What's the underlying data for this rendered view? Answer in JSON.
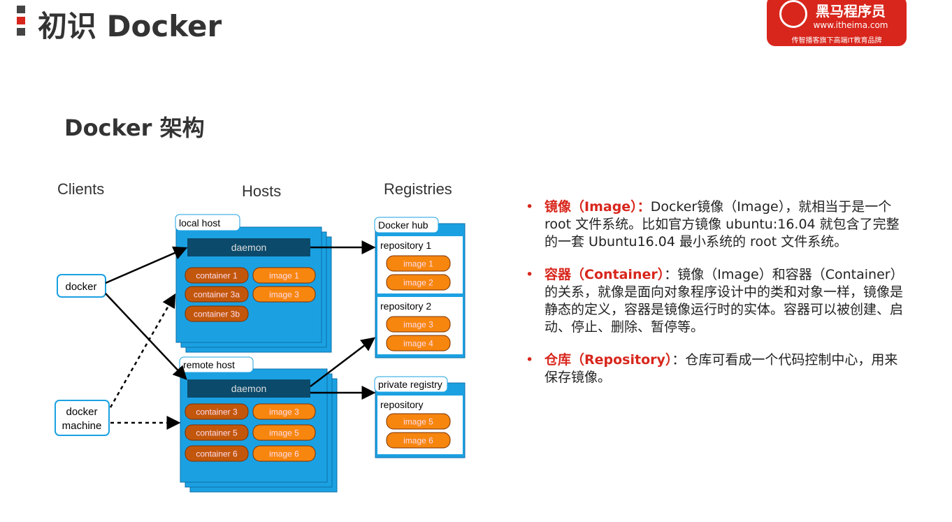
{
  "header": {
    "title": "初识 Docker",
    "logo": {
      "name": "黑马程序员",
      "url": "www.itheima.com",
      "slogan": "传智播客旗下高端IT教育品牌"
    }
  },
  "section_title": "Docker 架构",
  "diagram": {
    "columns": [
      "Clients",
      "Hosts",
      "Registries"
    ],
    "clients": [
      "docker",
      "docker",
      "machine"
    ],
    "local_host": {
      "label": "local host",
      "daemon": "daemon",
      "containers": [
        "container 1",
        "container 3a",
        "container 3b"
      ],
      "images": [
        "image 1",
        "image 3"
      ]
    },
    "remote_host": {
      "label": "remote host",
      "daemon": "daemon",
      "containers": [
        "container 3",
        "container 5",
        "container 6"
      ],
      "images": [
        "image 3",
        "image 5",
        "image 6"
      ]
    },
    "docker_hub": {
      "label": "Docker hub",
      "repos": [
        {
          "name": "repository 1",
          "images": [
            "image 1",
            "image 2"
          ]
        },
        {
          "name": "repository 2",
          "images": [
            "image 3",
            "image 4"
          ]
        }
      ]
    },
    "private_registry": {
      "label": "private registry",
      "repo": {
        "name": "repository",
        "images": [
          "image 5",
          "image 6"
        ]
      }
    },
    "colors": {
      "host": "#1ba1e2",
      "daemon": "#0b4a6b",
      "container": "#c2570c",
      "image": "#f7860f"
    }
  },
  "notes": [
    {
      "key": "镜像（Image）：",
      "text": "Docker镜像（Image），就相当于是一个 root 文件系统。比如官方镜像 ubuntu:16.04 就包含了完整的一套 Ubuntu16.04 最小系统的 root 文件系统。"
    },
    {
      "key": "容器（Container）",
      "text": "：镜像（Image）和容器（Container）的关系，就像是面向对象程序设计中的类和对象一样，镜像是静态的定义，容器是镜像运行时的实体。容器可以被创建、启动、停止、删除、暂停等。"
    },
    {
      "key": "仓库（Repository）",
      "text": "：仓库可看成一个代码控制中心，用来保存镜像。"
    }
  ]
}
